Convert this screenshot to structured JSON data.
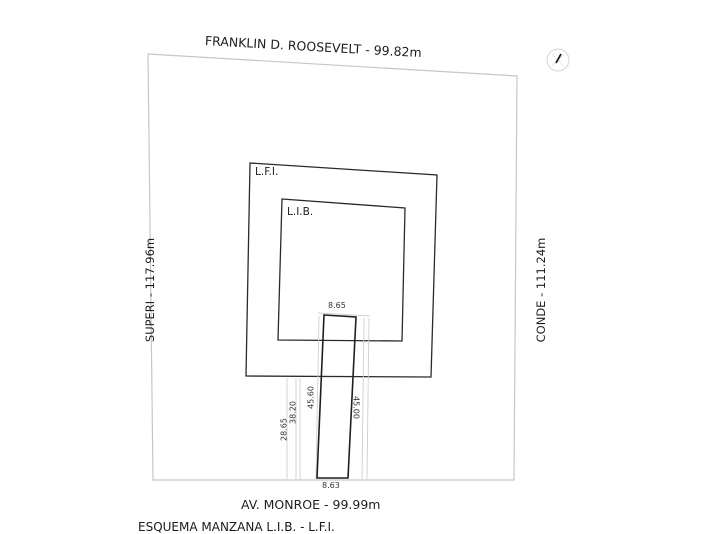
{
  "streets": {
    "top": "FRANKLIN D. ROOSEVELT - 99.82m",
    "bottom": "AV. MONROE - 99.99m",
    "left": "SUPERI - 117.96m",
    "right": "CONDE - 111.24m"
  },
  "zones": {
    "outer_line": "L.F.I.",
    "inner_line": "L.I.B."
  },
  "lot_dimensions": {
    "front_top": "8.65",
    "front_bottom": "8.63",
    "side_left": "45.60",
    "side_right": "45.00",
    "offset_1": "28.65",
    "offset_2": "38.20"
  },
  "caption": "ESQUEMA MANZANA L.I.B. - L.F.I.",
  "north_arrow": {
    "icon": "north-arrow-icon"
  },
  "colors": {
    "line_dark": "#2a2a2a",
    "line_light": "#c8c8c8",
    "text": "#1e1e1e"
  }
}
